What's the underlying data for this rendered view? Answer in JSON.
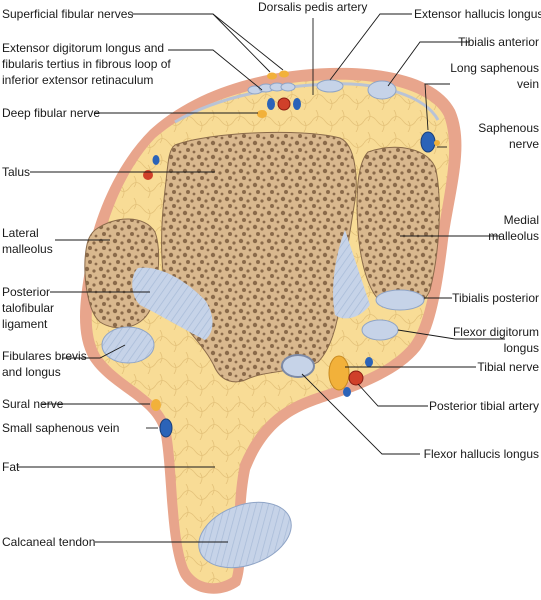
{
  "labels": {
    "superficial_fibular": "Superficial fibular nerves",
    "dorsalis_pedis": "Dorsalis pedis artery",
    "ext_hallucis": "Extensor hallucis longus",
    "ext_digitorum_1": "Extensor digitorum longus and",
    "ext_digitorum_2": "fibularis tertius in fibrous loop of",
    "ext_digitorum_3": "inferior extensor retinaculum",
    "tibialis_anterior": "Tibialis anterior",
    "long_saphenous_1": "Long saphenous",
    "long_saphenous_2": "vein",
    "deep_fibular": "Deep fibular nerve",
    "saphenous_nerve_1": "Saphenous",
    "saphenous_nerve_2": "nerve",
    "talus": "Talus",
    "lateral_malleolus_1": "Lateral",
    "lateral_malleolus_2": "malleolus",
    "medial_malleolus_1": "Medial",
    "medial_malleolus_2": "malleolus",
    "post_talofibular_1": "Posterior",
    "post_talofibular_2": "talofibular",
    "post_talofibular_3": "ligament",
    "tibialis_posterior": "Tibialis posterior",
    "flexor_digitorum_1": "Flexor digitorum",
    "flexor_digitorum_2": "longus",
    "fibulares_1": "Fibulares brevis",
    "fibulares_2": "and longus",
    "tibial_nerve": "Tibial nerve",
    "sural_nerve": "Sural nerve",
    "post_tibial_artery": "Posterior tibial artery",
    "small_saphenous": "Small saphenous vein",
    "flexor_hallucis": "Flexor hallucis longus",
    "fat": "Fat",
    "calcaneal_tendon": "Calcaneal tendon"
  },
  "colors": {
    "skin": "#e8a58c",
    "fat": "#f8dc96",
    "bone": "#d9b88e",
    "tendon": "#c6d3e8",
    "vein": "#2b63b8",
    "artery": "#d0402a",
    "nerve": "#f2b13a"
  }
}
